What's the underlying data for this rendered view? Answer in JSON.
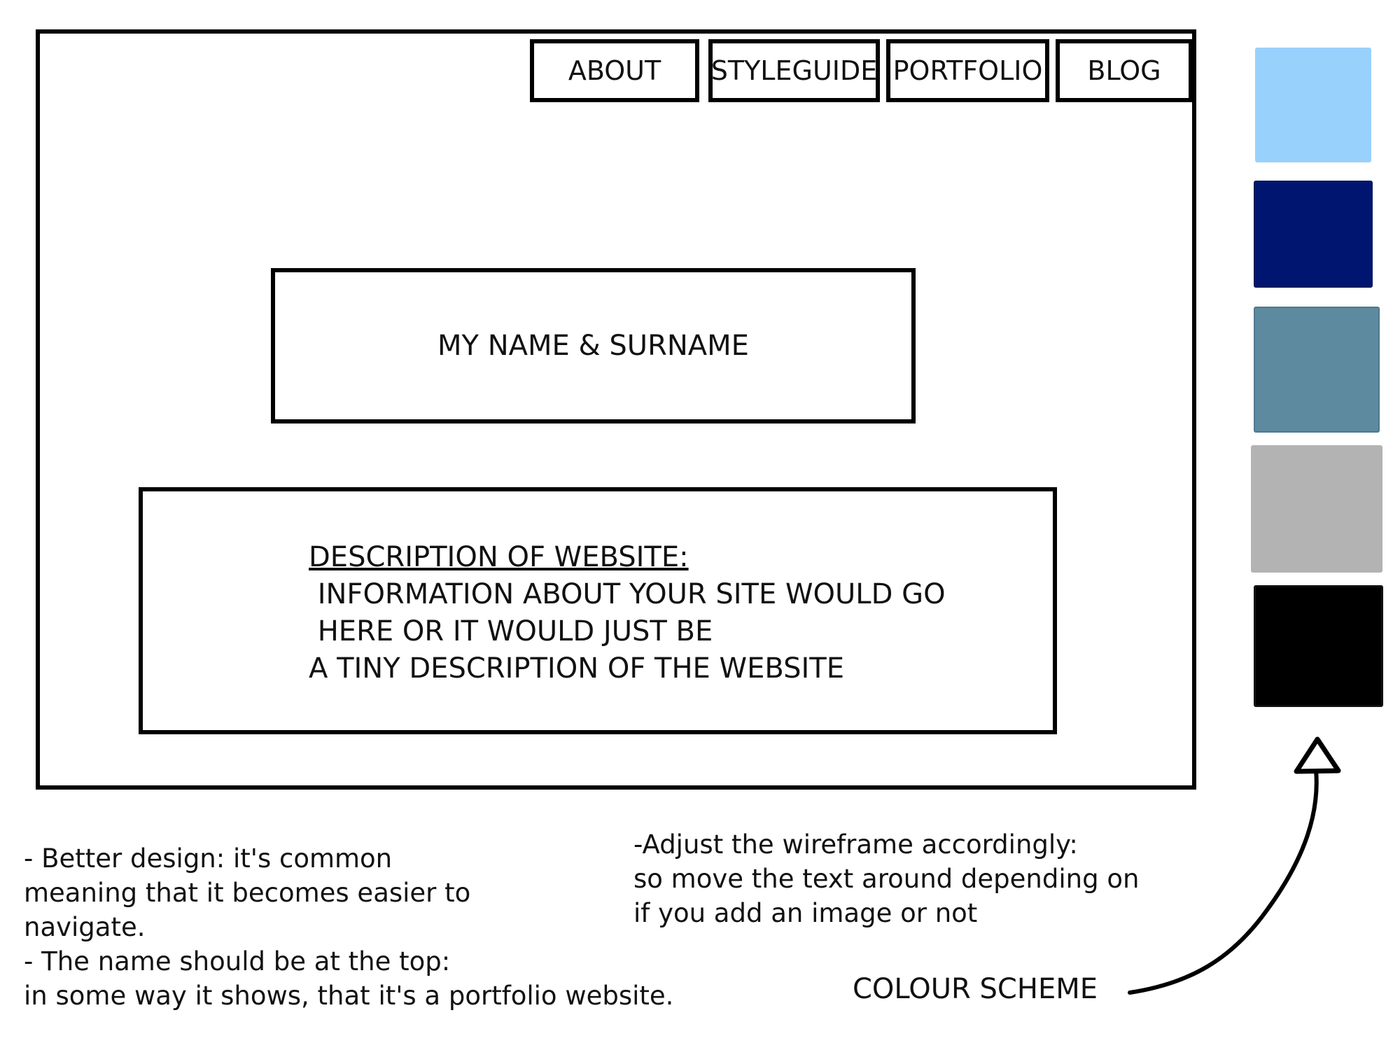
{
  "nav": {
    "items": [
      {
        "label": "ABOUT"
      },
      {
        "label": "STYLEGUIDE"
      },
      {
        "label": "PORTFOLIO"
      },
      {
        "label": "BLOG"
      }
    ]
  },
  "hero": {
    "name_text": "MY NAME & SURNAME"
  },
  "description": {
    "heading": "DESCRIPTION OF WEBSITE:",
    "lines": [
      " INFORMATION ABOUT YOUR SITE WOULD GO",
      " HERE OR IT WOULD JUST BE",
      "A TINY DESCRIPTION OF THE WEBSITE"
    ]
  },
  "colour_scheme": {
    "caption": "COLOUR SCHEME",
    "swatches": [
      "#99d1fd",
      "#001570",
      "#5d8a9e",
      "#b3b3b3",
      "#000000"
    ]
  },
  "notes": {
    "left": [
      "- Better design: it's common",
      "meaning that it becomes easier to",
      "navigate.",
      "- The name should be at the top:",
      "in some way it shows, that it's a portfolio website."
    ],
    "right": [
      "-Adjust the wireframe accordingly:",
      "so move the text around depending on",
      "if you add an image or not"
    ]
  }
}
